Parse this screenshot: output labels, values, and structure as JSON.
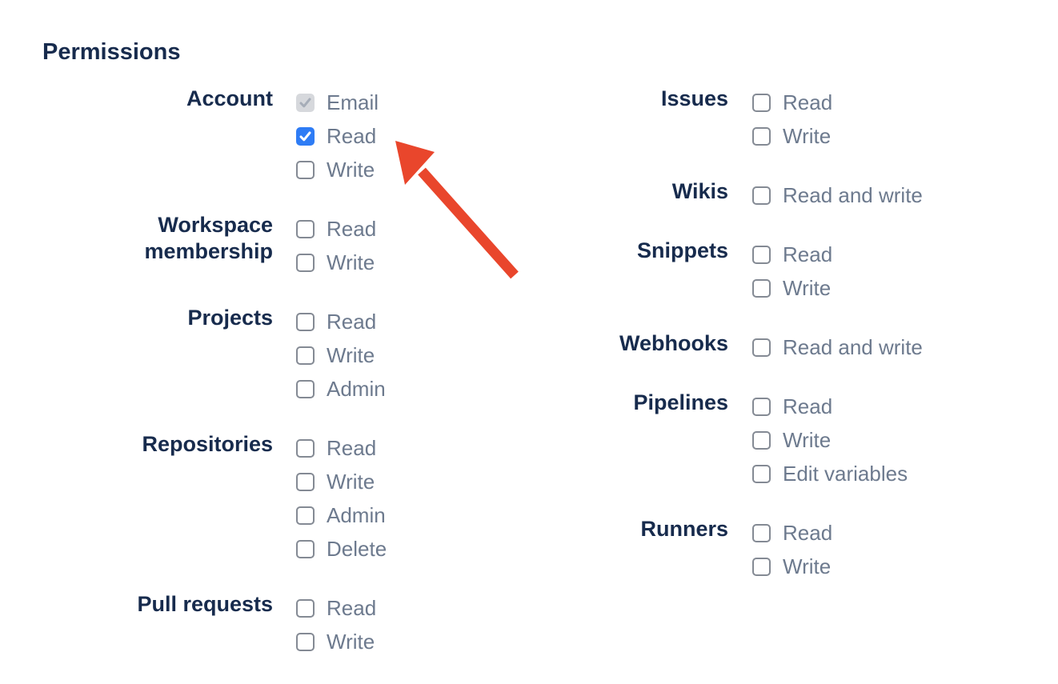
{
  "permissions": {
    "heading": "Permissions",
    "columns": {
      "left": [
        {
          "label": "Account",
          "options": [
            {
              "label": "Email",
              "state": "checked_disabled"
            },
            {
              "label": "Read",
              "state": "checked"
            },
            {
              "label": "Write",
              "state": "unchecked"
            }
          ]
        },
        {
          "label": "Workspace membership",
          "options": [
            {
              "label": "Read",
              "state": "unchecked"
            },
            {
              "label": "Write",
              "state": "unchecked"
            }
          ]
        },
        {
          "label": "Projects",
          "options": [
            {
              "label": "Read",
              "state": "unchecked"
            },
            {
              "label": "Write",
              "state": "unchecked"
            },
            {
              "label": "Admin",
              "state": "unchecked"
            }
          ]
        },
        {
          "label": "Repositories",
          "options": [
            {
              "label": "Read",
              "state": "unchecked"
            },
            {
              "label": "Write",
              "state": "unchecked"
            },
            {
              "label": "Admin",
              "state": "unchecked"
            },
            {
              "label": "Delete",
              "state": "unchecked"
            }
          ]
        },
        {
          "label": "Pull requests",
          "options": [
            {
              "label": "Read",
              "state": "unchecked"
            },
            {
              "label": "Write",
              "state": "unchecked"
            }
          ]
        }
      ],
      "right": [
        {
          "label": "Issues",
          "options": [
            {
              "label": "Read",
              "state": "unchecked"
            },
            {
              "label": "Write",
              "state": "unchecked"
            }
          ]
        },
        {
          "label": "Wikis",
          "options": [
            {
              "label": "Read and write",
              "state": "unchecked"
            }
          ]
        },
        {
          "label": "Snippets",
          "options": [
            {
              "label": "Read",
              "state": "unchecked"
            },
            {
              "label": "Write",
              "state": "unchecked"
            }
          ]
        },
        {
          "label": "Webhooks",
          "options": [
            {
              "label": "Read and write",
              "state": "unchecked"
            }
          ]
        },
        {
          "label": "Pipelines",
          "options": [
            {
              "label": "Read",
              "state": "unchecked"
            },
            {
              "label": "Write",
              "state": "unchecked"
            },
            {
              "label": "Edit variables",
              "state": "unchecked"
            }
          ]
        },
        {
          "label": "Runners",
          "options": [
            {
              "label": "Read",
              "state": "unchecked"
            },
            {
              "label": "Write",
              "state": "unchecked"
            }
          ]
        }
      ]
    }
  },
  "colors": {
    "heading_text": "#172B4D",
    "group_label_text": "#172B4D",
    "option_label_text": "#6D7A8E",
    "checkbox_checked_bg": "#2E7CF5",
    "checkbox_disabled_bg": "#D6D8DC",
    "checkbox_border": "#848A94",
    "annotation_arrow": "#E9462C"
  },
  "annotation": {
    "arrow_points_at": "Account Read checkbox"
  }
}
